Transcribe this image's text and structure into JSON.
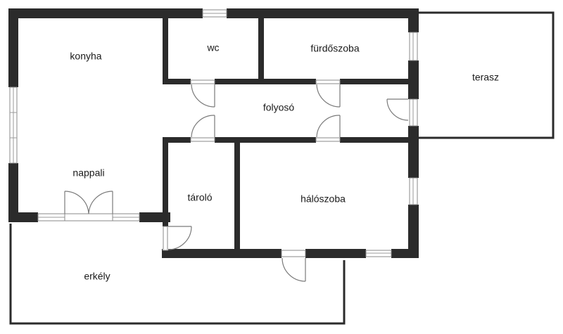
{
  "rooms": {
    "konyha": "konyha",
    "wc": "wc",
    "furdoszoba": "fürdőszoba",
    "terasz": "terasz",
    "folyoso": "folyosó",
    "nappali": "nappali",
    "tarolo": "tároló",
    "haloszoba": "hálószoba",
    "erkely": "erkély"
  },
  "colors": {
    "wall": "#2b2b2b",
    "window_frame": "#8a8a8a",
    "door_swing": "#7a7a7a",
    "background": "#ffffff"
  }
}
